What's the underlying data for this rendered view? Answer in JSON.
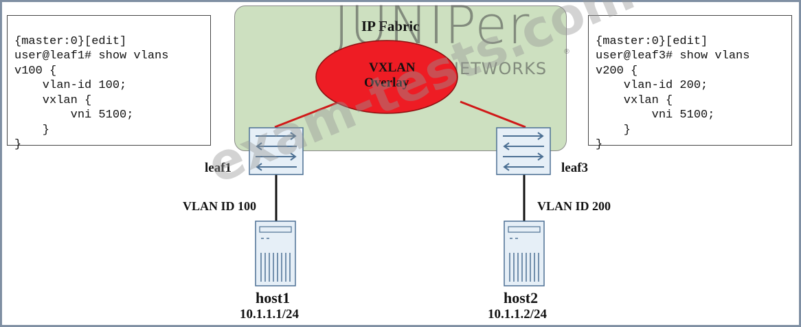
{
  "left_config": {
    "lines": [
      "{master:0}[edit]",
      "user@leaf1# show vlans",
      "v100 {",
      "    vlan-id 100;",
      "    vxlan {",
      "        vni 5100;",
      "    }",
      "}"
    ]
  },
  "right_config": {
    "lines": [
      "{master:0}[edit]",
      "user@leaf3# show vlans",
      "v200 {",
      "    vlan-id 200;",
      "    vxlan {",
      "        vni 5100;",
      "    }",
      "}"
    ]
  },
  "fabric": {
    "title": "IP Fabric",
    "overlay_line1": "VXLAN",
    "overlay_line2": "Overlay",
    "overlay_color": "#ee1c24"
  },
  "brand": {
    "name": "JUNIPer",
    "sub": "NETWORKS"
  },
  "switches": {
    "left_label": "leaf1",
    "right_label": "leaf3"
  },
  "links": {
    "left_vlan": "VLAN ID 100",
    "right_vlan": "VLAN ID 200"
  },
  "hosts": {
    "left_name": "host1",
    "left_ip": "10.1.1.1/24",
    "right_name": "host2",
    "right_ip": "10.1.1.2/24"
  },
  "watermark": "exam-tests.com"
}
